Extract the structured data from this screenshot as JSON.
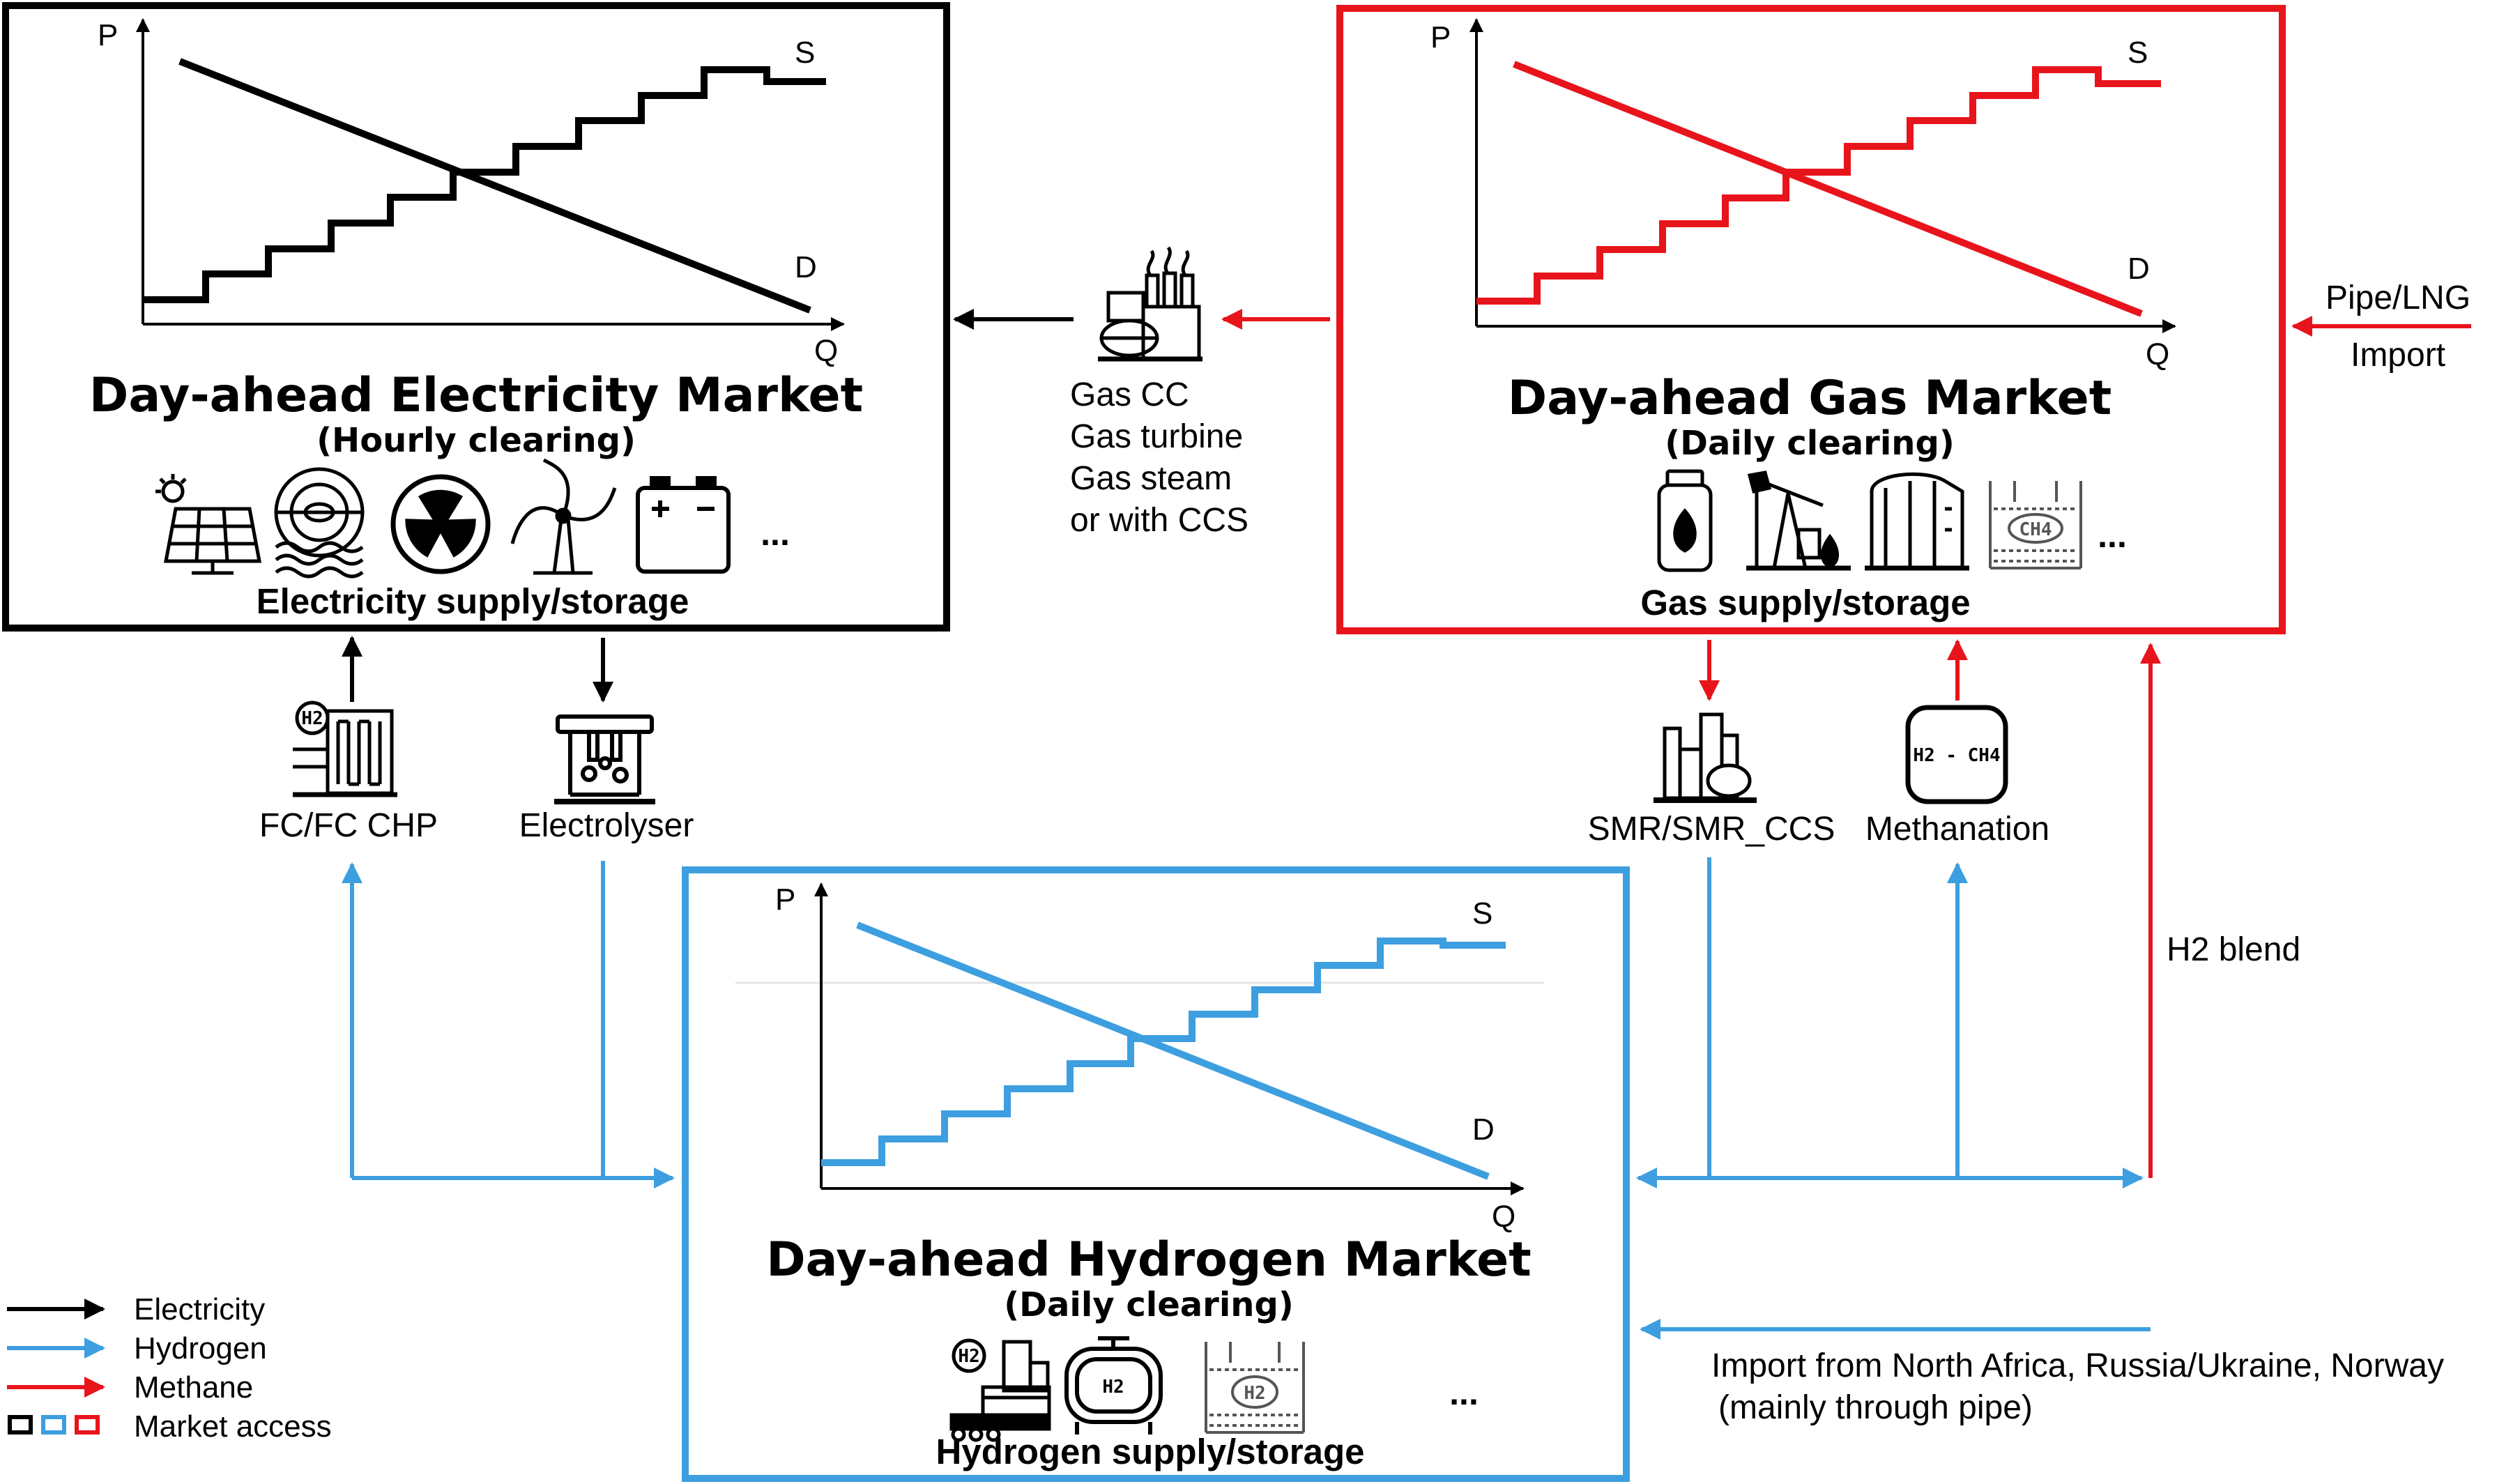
{
  "colors": {
    "electricity": "#000000",
    "hydrogen": "#3d9ee0",
    "methane": "#e8141b"
  },
  "axis": {
    "price": "P",
    "quantity": "Q",
    "supply": "S",
    "demand": "D"
  },
  "markets": {
    "electricity": {
      "title": "Day-ahead Electricity Market",
      "clearing": "(Hourly clearing)",
      "supply_label": "Electricity supply/storage",
      "more": "...",
      "icons": [
        "solar-panel-icon",
        "hydro-turbine-icon",
        "nuclear-icon",
        "wind-turbine-icon",
        "battery-icon"
      ]
    },
    "gas": {
      "title": "Day-ahead Gas Market",
      "clearing": "(Daily clearing)",
      "supply_label": "Gas supply/storage",
      "more": "...",
      "icon_text": "CH4",
      "icons": [
        "gas-cylinder-icon",
        "pump-jack-icon",
        "gas-storage-tank-icon",
        "ch4-storage-icon"
      ]
    },
    "hydrogen": {
      "title": "Day-ahead Hydrogen Market",
      "clearing": "(Daily clearing)",
      "supply_label": "Hydrogen supply/storage",
      "more": "...",
      "icon_text": "H2",
      "icons": [
        "h2-plant-icon",
        "h2-tank-icon",
        "h2-storage-icon"
      ]
    }
  },
  "technologies": {
    "gas_plant": [
      "Gas CC",
      "Gas turbine",
      "Gas steam",
      "or with CCS"
    ],
    "fuel_cell": "FC/FC CHP",
    "electrolyser": "Electrolyser",
    "smr": "SMR/SMR_CCS",
    "methanation": "Methanation",
    "methanation_icon_text": "H2 - CH4",
    "fuel_cell_icon_text": "H2"
  },
  "flows": {
    "pipe_lng": "Pipe/LNG",
    "import": "Import",
    "h2_blend": "H2 blend",
    "h2_import_line1": "Import from North Africa, Russia/Ukraine, Norway",
    "h2_import_line2": "(mainly through pipe)"
  },
  "legend": {
    "electricity": "Electricity",
    "hydrogen": "Hydrogen",
    "methane": "Methane",
    "market_access": "Market access"
  }
}
